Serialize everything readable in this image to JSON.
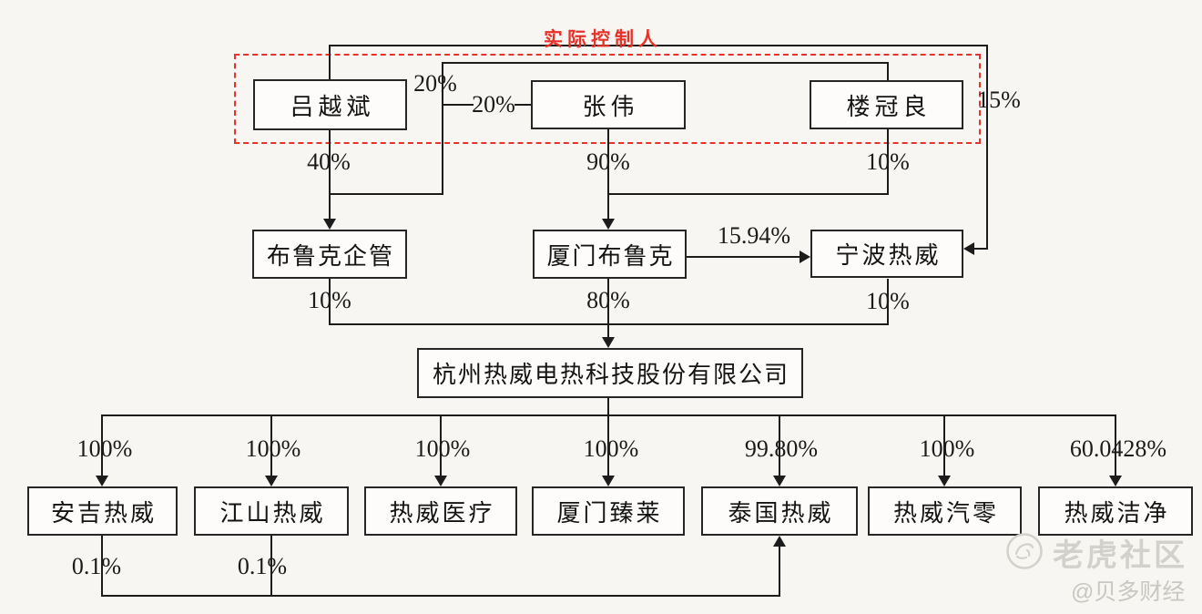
{
  "title": {
    "actual_controller_label": "实际控制人"
  },
  "nodes": {
    "lu_yue_bin": "吕越斌",
    "zhang_wei": "张伟",
    "lou_guan_liang": "楼冠良",
    "bruke_qiguan": "布鲁克企管",
    "xiamen_bruke": "厦门布鲁克",
    "ningbo_rewei": "宁波热威",
    "main_company": "杭州热威电热科技股份有限公司",
    "anji_rewei": "安吉热威",
    "jiangshan_rewei": "江山热威",
    "rewei_yiliao": "热威医疗",
    "xiamen_zhenlai": "厦门臻莱",
    "taiguo_rewei": "泰国热威",
    "rewei_qiling": "热威汽零",
    "rewei_jiejing": "热威洁净"
  },
  "edges": {
    "lou_to_bruke": "20%",
    "zhang_to_bruke": "20%",
    "lu_to_ningbo": "15%",
    "lu_to_bruke": "40%",
    "zhang_to_xiamen": "90%",
    "lou_to_xiamen": "10%",
    "bruke_to_main": "10%",
    "xiamen_to_main": "80%",
    "ningbo_to_main": "10%",
    "xiamen_to_ningbo": "15.94%",
    "main_to_anji": "100%",
    "main_to_jiangshan": "100%",
    "main_to_yiliao": "100%",
    "main_to_zhenlai": "100%",
    "main_to_taiguo": "99.80%",
    "main_to_qiling": "100%",
    "main_to_jiejing": "60.0428%",
    "anji_to_taiguo": "0.1%",
    "jiangshan_to_taiguo": "0.1%"
  },
  "watermark": {
    "community": "老虎社区",
    "author": "@贝多财经"
  },
  "colors": {
    "accent_red": "#e5332a",
    "line": "#1c1c1c",
    "watermark": "#d3d1cb"
  }
}
